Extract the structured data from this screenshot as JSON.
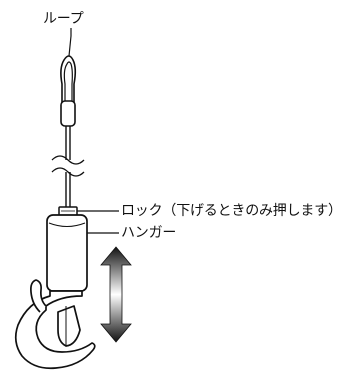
{
  "labels": {
    "loop": "ループ",
    "lock": "ロック（下げるときのみ押します）",
    "hanger": "ハンガー"
  },
  "colors": {
    "line": "#111111",
    "background": "#ffffff",
    "arrow_dark": "#111111",
    "arrow_light": "#ffffff"
  },
  "icons": {
    "movement_arrow": "double-headed-vertical-arrow"
  }
}
